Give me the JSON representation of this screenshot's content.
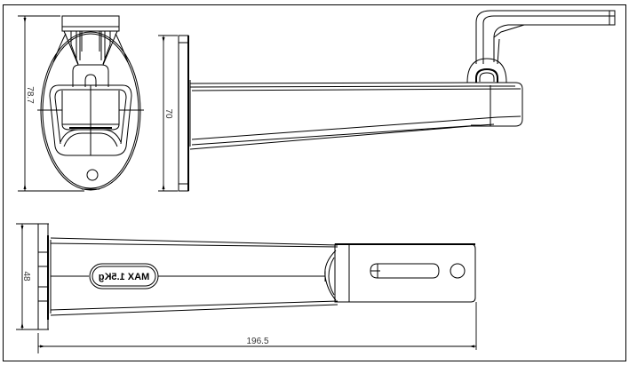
{
  "drawing": {
    "subject": "Wall mount bracket technical drawing",
    "views": {
      "front": {
        "name": "Front view (base plate)",
        "dimension_label": "78.7"
      },
      "side": {
        "name": "Side view",
        "dimension_label": "70"
      },
      "bottom": {
        "name": "Bottom view",
        "height_dimension_label": "48",
        "length_dimension_label": "196.5",
        "embossed_label": "MAX 1.5Kg"
      }
    },
    "colors": {
      "line": "#000000",
      "background": "#ffffff",
      "frame": "#000000"
    }
  }
}
